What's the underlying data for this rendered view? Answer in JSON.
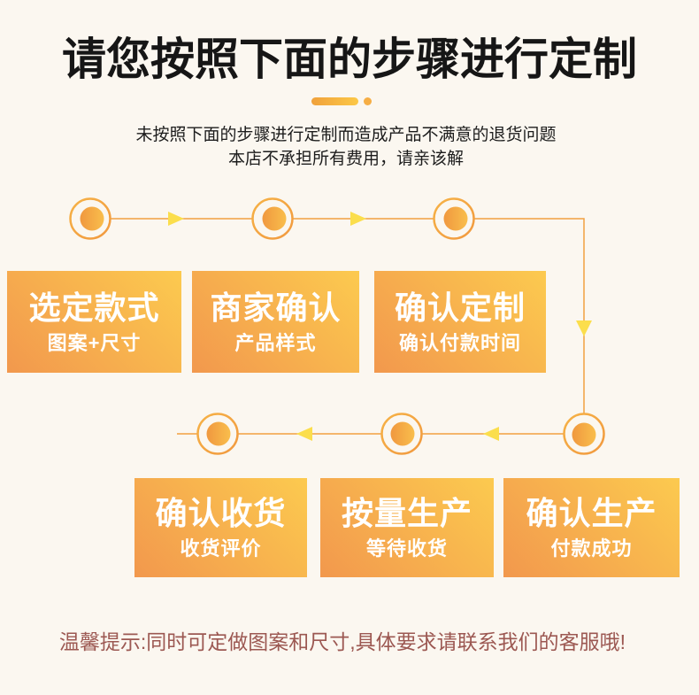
{
  "header": {
    "title": "请您按照下面的步骤进行定制",
    "subtitle_lines": [
      "未按照下面的步骤进行定制而造成产品不满意的退货问题",
      "本店不承担所有费用，请亲该解"
    ]
  },
  "flow": {
    "direction_note": "steps listed in process order; top row left-to-right is steps 1-3, bottom row right-to-left is steps 4-6",
    "steps": [
      {
        "title": "选定款式",
        "subtitle": "图案+尺寸"
      },
      {
        "title": "商家确认",
        "subtitle": "产品样式"
      },
      {
        "title": "确认定制",
        "subtitle": "确认付款时间"
      },
      {
        "title": "确认生产",
        "subtitle": "付款成功"
      },
      {
        "title": "按量生产",
        "subtitle": "等待收货"
      },
      {
        "title": "确认收货",
        "subtitle": "收货评价"
      }
    ]
  },
  "footer": {
    "tip": "温馨提示:同时可定做图案和尺寸,具体要求请联系我们的客服哦!"
  },
  "colors": {
    "background": "#FBF7F0",
    "title_text": "#161616",
    "line_orange": "#F2A140",
    "ring_orange": "#F4A441",
    "node_fill_start": "#F0983F",
    "node_fill_end": "#F9BE4C",
    "arrow_yellow": "#FBDE4C",
    "box_gradient_start": "#F2984D",
    "box_gradient_end": "#FCCA4F",
    "box_text": "#FFFFFF",
    "tip_text": "#9C5852"
  }
}
